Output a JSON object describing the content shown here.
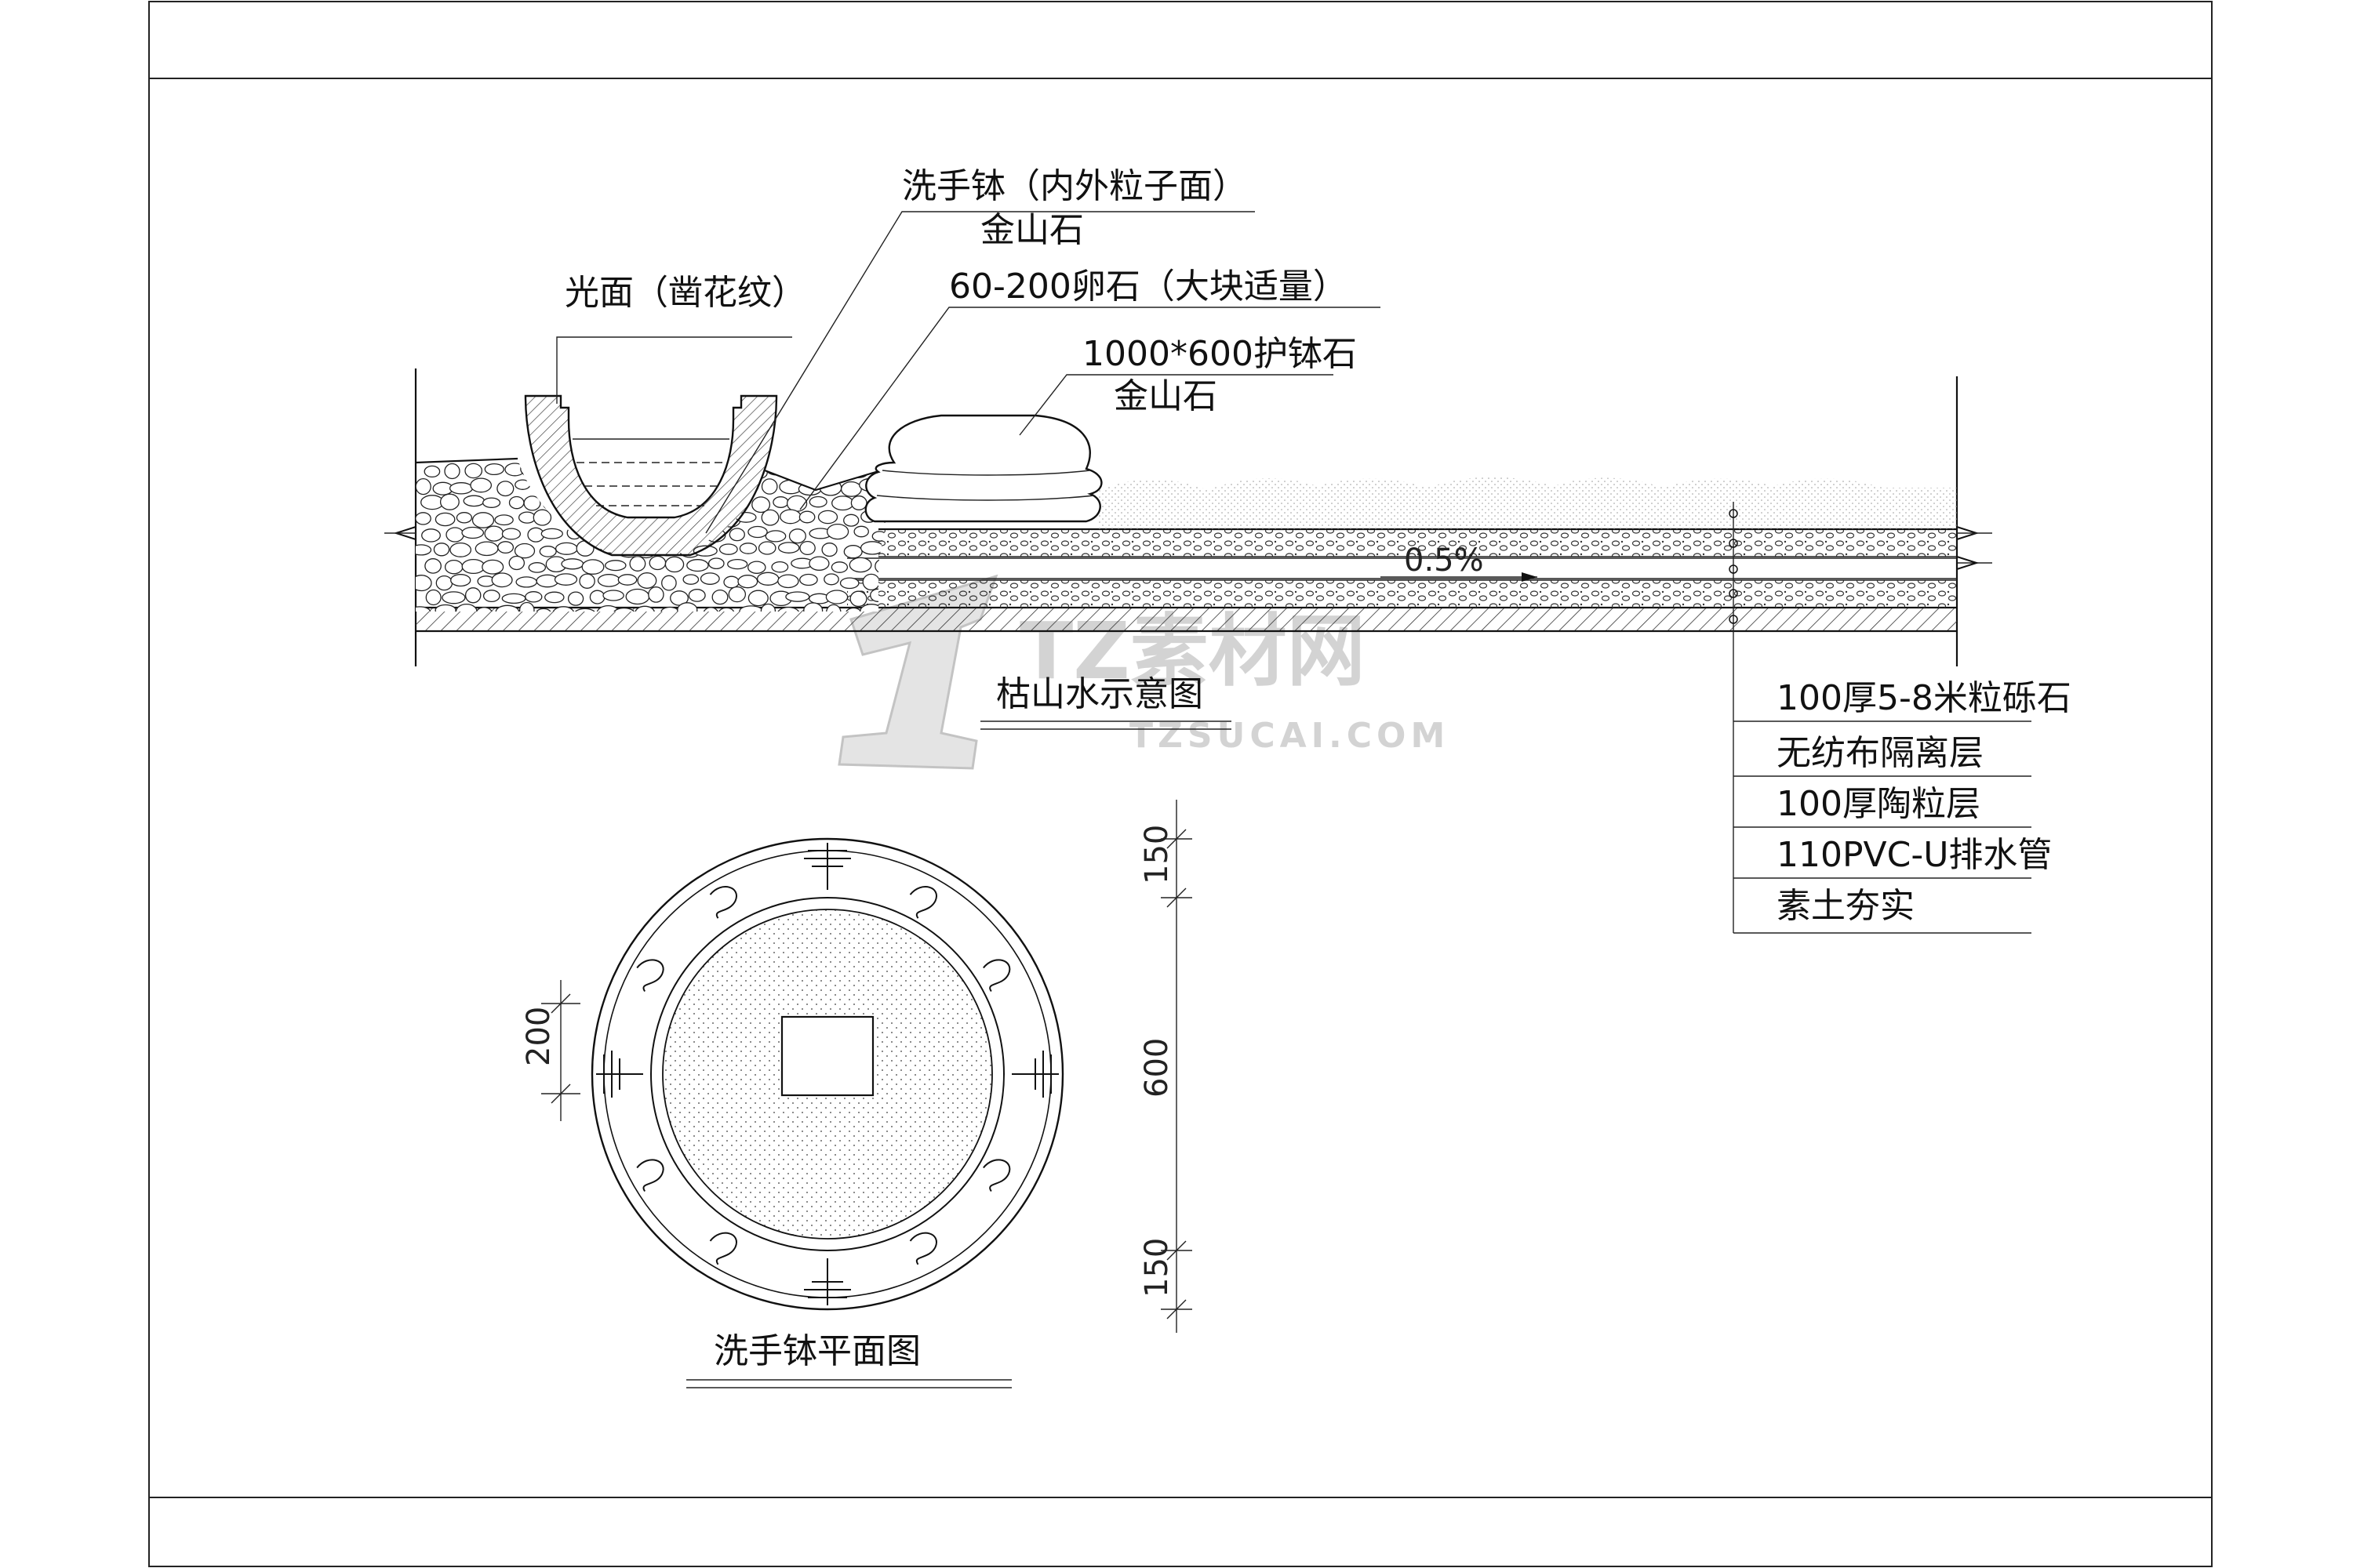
{
  "section": {
    "title": "枯山水示意图",
    "callouts": {
      "basin_line1": "洗手钵（内外粒子面）",
      "basin_line2": "金山石",
      "smooth_face": "光面（凿花纹）",
      "pebbles": "60-200卵石（大块适量）",
      "guard_stone_line1": "1000*600护钵石",
      "guard_stone_line2": "金山石",
      "slope": "0.5%"
    },
    "layers": [
      "100厚5-8米粒砾石",
      "无纺布隔离层",
      "100厚陶粒层",
      "110PVC-U排水管",
      "素土夯实"
    ]
  },
  "plan": {
    "title": "洗手钵平面图",
    "dimensions": {
      "rim_top": "150",
      "inner": "600",
      "rim_bottom": "150",
      "square": "200"
    }
  },
  "watermark": {
    "brand": "TZ素材网",
    "url": "TZSUCAI.COM"
  }
}
